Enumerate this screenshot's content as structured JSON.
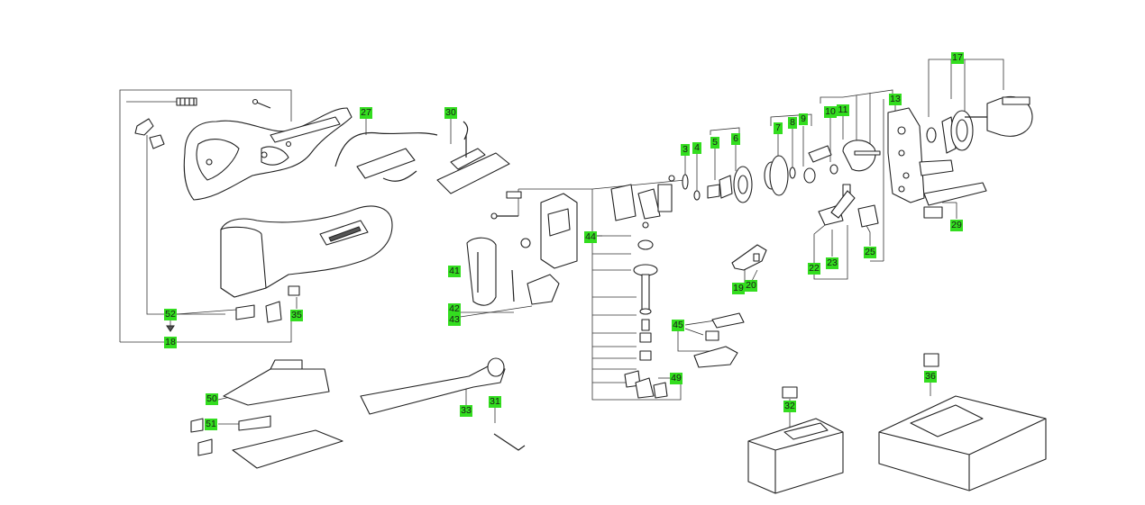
{
  "colors": {
    "label_bg": "#33dd1f",
    "label_text": "#1a1a1a",
    "line": "#333333"
  },
  "labels": {
    "p27": "27",
    "p30": "30",
    "p52": "52",
    "p18": "18",
    "p35": "35",
    "p41": "41",
    "p42": "42",
    "p43": "43",
    "p44": "44",
    "p3": "3",
    "p4": "4",
    "p5": "5",
    "p6": "6",
    "p7": "7",
    "p8": "8",
    "p9": "9",
    "p10": "10",
    "p11": "11",
    "p13": "13",
    "p17": "17",
    "p19": "19",
    "p20": "20",
    "p22": "22",
    "p23": "23",
    "p25": "25",
    "p29": "29",
    "p45": "45",
    "p49": "49",
    "p50": "50",
    "p51": "51",
    "p33": "33",
    "p31": "31",
    "p32": "32",
    "p36": "36"
  }
}
